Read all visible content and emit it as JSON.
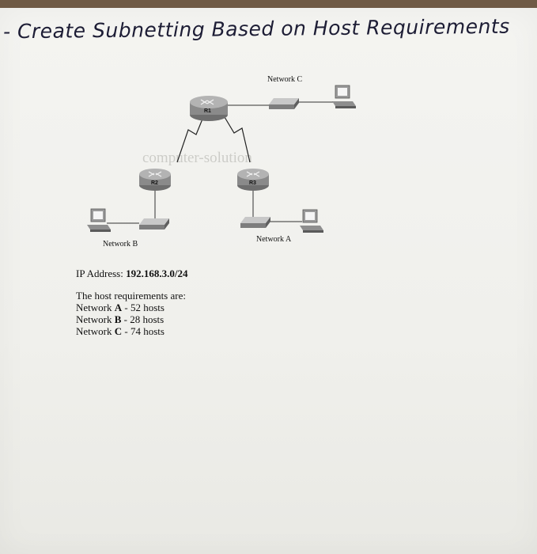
{
  "heading": "- Create Subnetting Based on Host Requirements",
  "diagram": {
    "routers": [
      "R1",
      "R2",
      "R3"
    ],
    "networks": {
      "a": "Network A",
      "b": "Network B",
      "c": "Network C"
    },
    "watermark": "computer-solution"
  },
  "ip": {
    "label": "IP Address:",
    "value": "192.168.3.0/24"
  },
  "requirements": {
    "title": "The host requirements are:",
    "items": [
      {
        "prefix": "Network",
        "id": "A",
        "suffix": "- 52 hosts"
      },
      {
        "prefix": "Network",
        "id": "B",
        "suffix": "- 28 hosts"
      },
      {
        "prefix": "Network",
        "id": "C",
        "suffix": "- 74 hosts"
      }
    ]
  }
}
